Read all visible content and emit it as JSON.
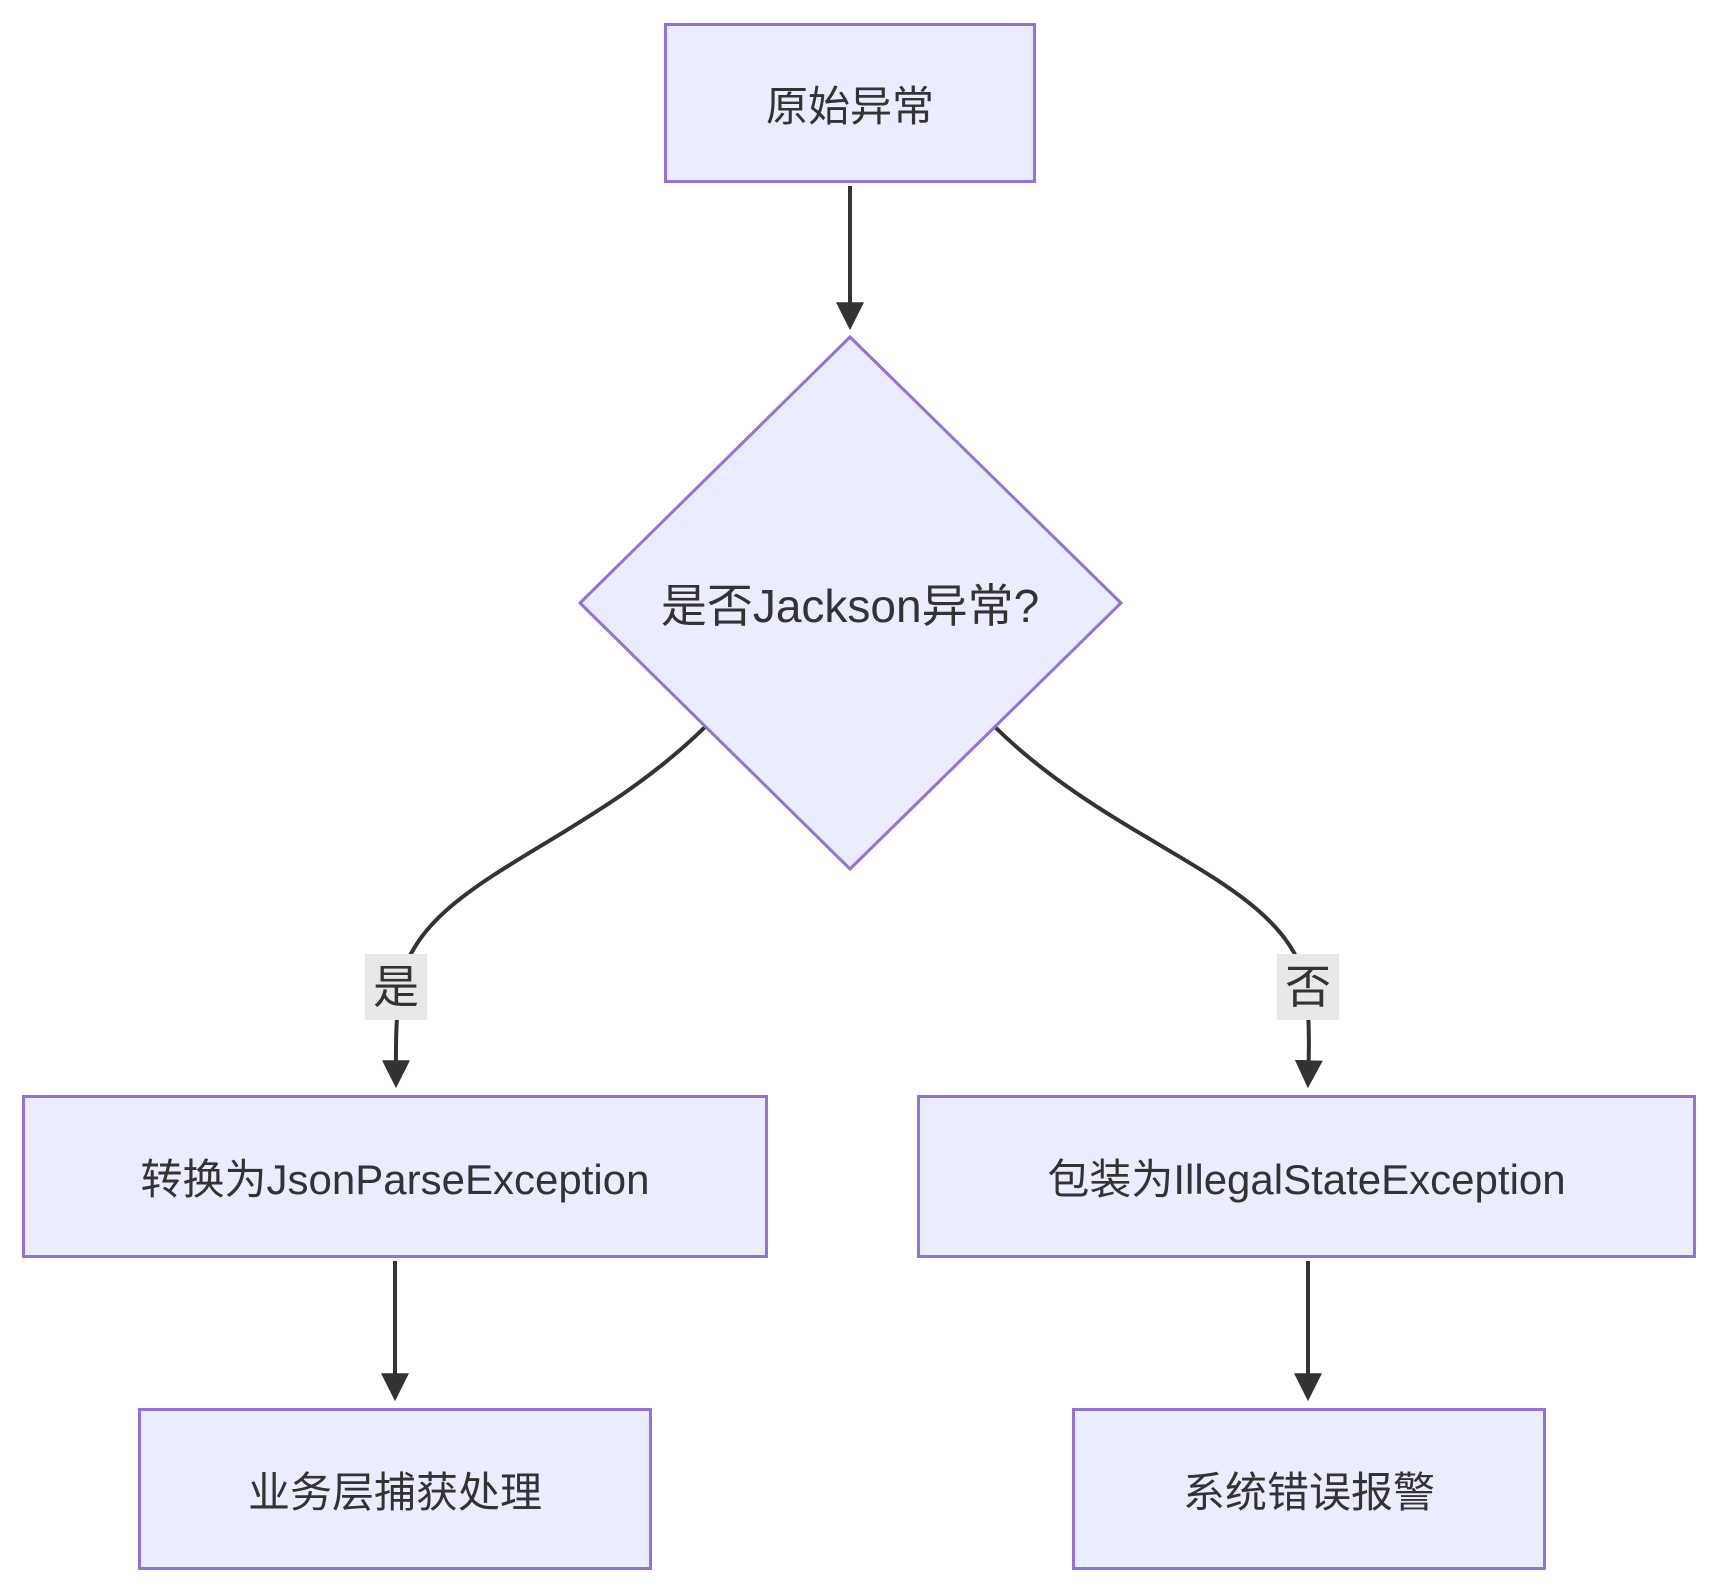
{
  "diagram": {
    "type": "flowchart",
    "direction": "top-down",
    "colors": {
      "node_fill": "#ECECFF",
      "node_border": "#9370DB",
      "text": "#333333",
      "edge": "#333333",
      "edge_label_bg": "#e8e8e8",
      "background": "#ffffff"
    },
    "nodes": [
      {
        "label": "原始异常",
        "shape": "rect"
      },
      {
        "label": "是否Jackson异常?",
        "shape": "diamond"
      },
      {
        "label": "转换为JsonParseException",
        "shape": "rect"
      },
      {
        "label": "包装为IllegalStateException",
        "shape": "rect"
      },
      {
        "label": "业务层捕获处理",
        "shape": "rect"
      },
      {
        "label": "系统错误报警",
        "shape": "rect"
      }
    ],
    "edges": [
      {
        "from": "原始异常",
        "to": "是否Jackson异常?",
        "label": ""
      },
      {
        "from": "是否Jackson异常?",
        "to": "转换为JsonParseException",
        "label": "是"
      },
      {
        "from": "是否Jackson异常?",
        "to": "包装为IllegalStateException",
        "label": "否"
      },
      {
        "from": "转换为JsonParseException",
        "to": "业务层捕获处理",
        "label": ""
      },
      {
        "from": "包装为IllegalStateException",
        "to": "系统错误报警",
        "label": ""
      }
    ]
  }
}
